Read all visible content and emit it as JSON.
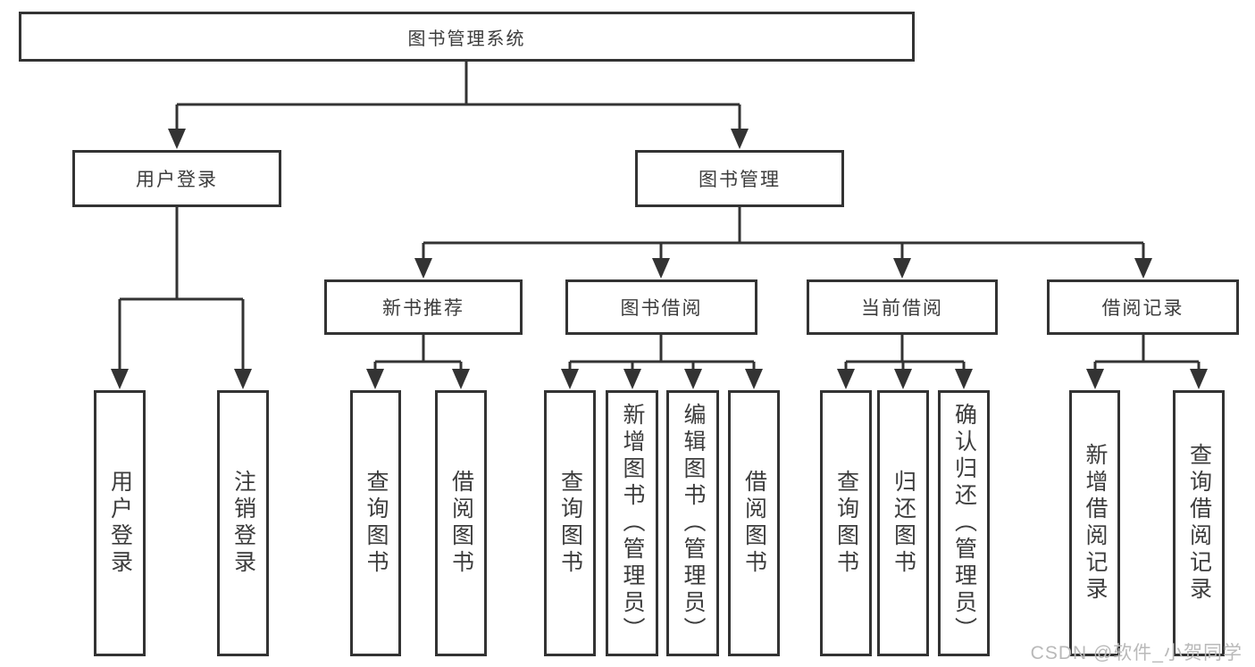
{
  "tree": {
    "label": "图书管理系统",
    "children": [
      {
        "label": "用户登录",
        "children": [
          {
            "label": "用户登录"
          },
          {
            "label": "注销登录"
          }
        ]
      },
      {
        "label": "图书管理",
        "children": [
          {
            "label": "新书推荐",
            "children": [
              {
                "label": "查询图书"
              },
              {
                "label": "借阅图书"
              }
            ]
          },
          {
            "label": "图书借阅",
            "children": [
              {
                "label": "查询图书"
              },
              {
                "label": "新增图书（管理员）"
              },
              {
                "label": "编辑图书（管理员）"
              },
              {
                "label": "借阅图书"
              }
            ]
          },
          {
            "label": "当前借阅",
            "children": [
              {
                "label": "查询图书"
              },
              {
                "label": "归还图书"
              },
              {
                "label": "确认归还（管理员）"
              }
            ]
          },
          {
            "label": "借阅记录",
            "children": [
              {
                "label": "新增借阅记录"
              },
              {
                "label": "查询借阅记录"
              }
            ]
          }
        ]
      }
    ]
  },
  "watermark": {
    "text": "CSDN @软件_小贺同学"
  },
  "colors": {
    "line": "#333333",
    "text": "#3c3c3c",
    "watermark": "#b9b9b9",
    "background": "#ffffff"
  }
}
